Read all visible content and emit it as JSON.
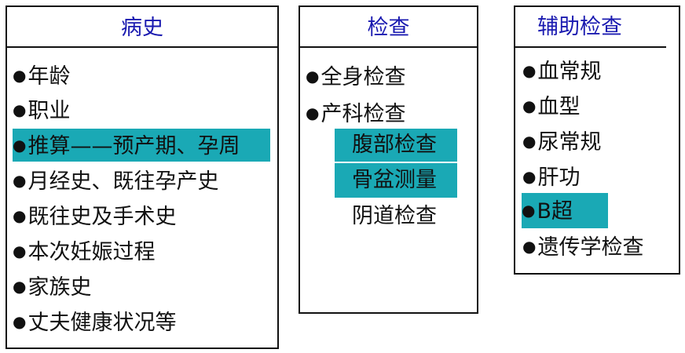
{
  "colors": {
    "header_text": "#1a1ab0",
    "highlight": "#1aa9b5",
    "border": "#111111"
  },
  "panels": [
    {
      "title": "病史",
      "items": [
        {
          "text": "年龄",
          "bullet": true,
          "highlighted": false
        },
        {
          "text": "职业",
          "bullet": true,
          "highlighted": false
        },
        {
          "text": "推算——预产期、孕周",
          "bullet": true,
          "highlighted": true
        },
        {
          "text": "月经史、既往孕产史",
          "bullet": true,
          "highlighted": false
        },
        {
          "text": "既往史及手术史",
          "bullet": true,
          "highlighted": false
        },
        {
          "text": "本次妊娠过程",
          "bullet": true,
          "highlighted": false
        },
        {
          "text": "家族史",
          "bullet": true,
          "highlighted": false
        },
        {
          "text": "丈夫健康状况等",
          "bullet": true,
          "highlighted": false
        }
      ]
    },
    {
      "title": "检查",
      "items": [
        {
          "text": "全身检查",
          "bullet": true,
          "highlighted": false
        },
        {
          "text": "产科检查",
          "bullet": true,
          "highlighted": false
        },
        {
          "text": "腹部检查",
          "bullet": false,
          "highlighted": true
        },
        {
          "text": "骨盆测量",
          "bullet": false,
          "highlighted": true
        },
        {
          "text": "阴道检查",
          "bullet": false,
          "highlighted": false
        }
      ]
    },
    {
      "title": "辅助检查",
      "items": [
        {
          "text": "血常规",
          "bullet": true,
          "highlighted": false
        },
        {
          "text": "血型",
          "bullet": true,
          "highlighted": false
        },
        {
          "text": "尿常规",
          "bullet": true,
          "highlighted": false
        },
        {
          "text": "肝功",
          "bullet": true,
          "highlighted": false
        },
        {
          "text": "B超",
          "bullet": true,
          "highlighted": true
        },
        {
          "text": "遗传学检查",
          "bullet": true,
          "highlighted": false
        }
      ]
    }
  ]
}
